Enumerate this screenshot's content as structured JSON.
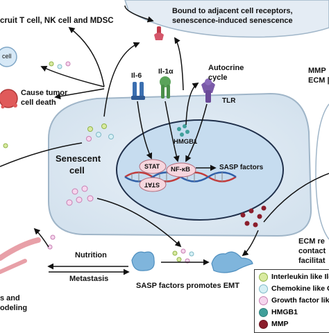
{
  "labels": {
    "recruit": "cruit T cell, NK cell and MDSC",
    "bound": "Bound to adjacent cell receptors,",
    "senescence_induced": "senescence-induced senescence",
    "t_cell": "cell",
    "tumor_death_1": "Cause tumor",
    "tumor_death_2": "cell death",
    "il6": "Il-6",
    "il1a": "Il-1α",
    "autocrine_1": "Autocrine",
    "autocrine_2": "cycle",
    "tlr": "TLR",
    "hmgb1": "HMGB1",
    "stat_top": "STAT",
    "stat_bottom": "STAT",
    "nfkb": "NF-κB",
    "sasp_factors": "SASP factors",
    "senescent_1": "Senescent",
    "senescent_2": "cell",
    "mmp_top_1": "MMP",
    "mmp_top_2": "ECM |",
    "ecm_1": "ECM re",
    "ecm_2": "contact",
    "ecm_3": "facilitat",
    "nutrition": "Nutrition",
    "metastasis": "Metastasis",
    "emt": "SASP factors promotes EMT",
    "left_bottom_1": "s and",
    "left_bottom_2": "odeling"
  },
  "legend": [
    {
      "label": "Interleukin like Il-",
      "color": "#d9eaa0",
      "stroke": "#8fb34a"
    },
    {
      "label": "Chemokine like C",
      "color": "#d6f0f5",
      "stroke": "#7fb9c6"
    },
    {
      "label": "Growth factor like",
      "color": "#f6d6ee",
      "stroke": "#c77fb2"
    },
    {
      "label": "HMGB1",
      "color": "#3f9f9a",
      "stroke": "#2f7f7b"
    },
    {
      "label": "MMP",
      "color": "#8b1e2c",
      "stroke": "#6a1420"
    }
  ],
  "colors": {
    "cell_fill": "#dfe9f2",
    "cell_stroke": "#9fb5c8",
    "nucleus_fill": "#c6dcef",
    "nucleus_stroke": "#1f2f4a",
    "arrow": "#111111"
  },
  "icons": [
    "receptor-il6-icon",
    "receptor-il1a-icon",
    "tlr-receptor-icon",
    "dna-icon",
    "tumor-cell-icon",
    "t-cell-icon",
    "mesenchymal-cell-icon",
    "blood-vessel-icon"
  ]
}
